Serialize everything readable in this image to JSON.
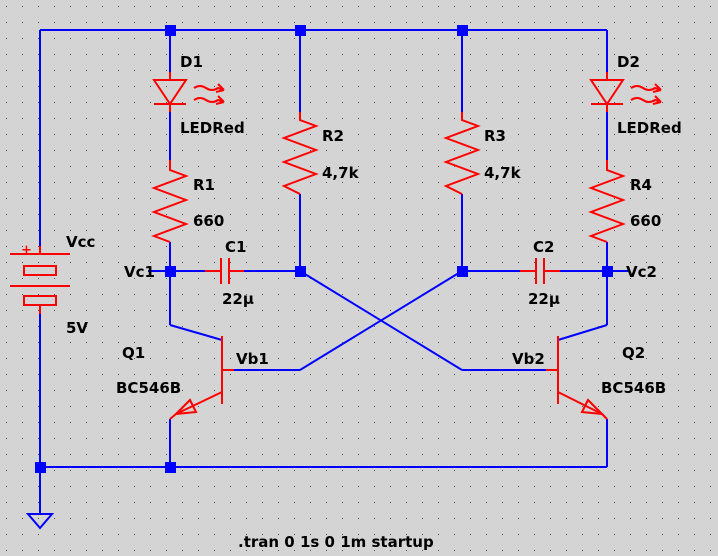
{
  "components": {
    "vcc": {
      "name": "Vcc",
      "value": "5V",
      "plus": "+"
    },
    "d1": {
      "name": "D1",
      "model": "LEDRed"
    },
    "d2": {
      "name": "D2",
      "model": "LEDRed"
    },
    "r1": {
      "name": "R1",
      "value": "660"
    },
    "r2": {
      "name": "R2",
      "value": "4,7k"
    },
    "r3": {
      "name": "R3",
      "value": "4,7k"
    },
    "r4": {
      "name": "R4",
      "value": "660"
    },
    "c1": {
      "name": "C1",
      "value": "22µ"
    },
    "c2": {
      "name": "C2",
      "value": "22µ"
    },
    "q1": {
      "name": "Q1",
      "model": "BC546B"
    },
    "q2": {
      "name": "Q2",
      "model": "BC546B"
    }
  },
  "nets": {
    "vc1": "Vc1",
    "vc2": "Vc2",
    "vb1": "Vb1",
    "vb2": "Vb2"
  },
  "directive": ".tran 0 1s 0 1m startup",
  "colors": {
    "background": "#d4d4d4",
    "wire": "#0000ff",
    "component": "#ff0000",
    "grid": "#555555",
    "text": "#000000"
  }
}
